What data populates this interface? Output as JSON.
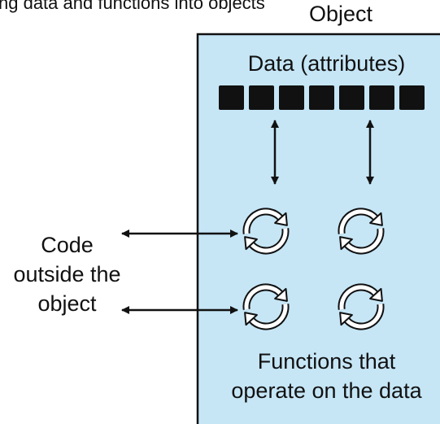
{
  "title_fragment": "ng data and functions into objects",
  "object": {
    "title": "Object",
    "data_label": "Data (attributes)",
    "attribute_count": 7,
    "function_count": 4,
    "functions_label": [
      "Functions that",
      "operate on the data"
    ]
  },
  "outside": {
    "label": [
      "Code",
      "outside the",
      "object"
    ]
  },
  "colors": {
    "object_fill": "#c6e6f6",
    "object_border": "#111111",
    "attribute_square": "#111111",
    "arrow": "#111111",
    "cycle_icon_fill": "#ffffff"
  }
}
